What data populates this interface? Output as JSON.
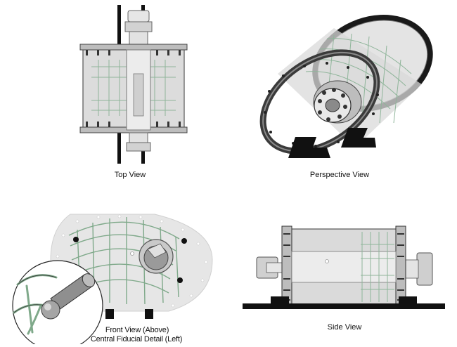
{
  "views": {
    "top": {
      "caption": "Top View"
    },
    "perspective": {
      "caption": "Perspective View"
    },
    "front": {
      "caption_line1": "Front View (Above)",
      "caption_line2": "Central Fiducial Detail (Left)"
    },
    "side": {
      "caption": "Side View"
    }
  },
  "colors": {
    "body_gray": "#d8d8d8",
    "dark_gray": "#8a8a8a",
    "cage_green": "#a9c7b0",
    "black": "#111111",
    "background": "#ffffff"
  }
}
